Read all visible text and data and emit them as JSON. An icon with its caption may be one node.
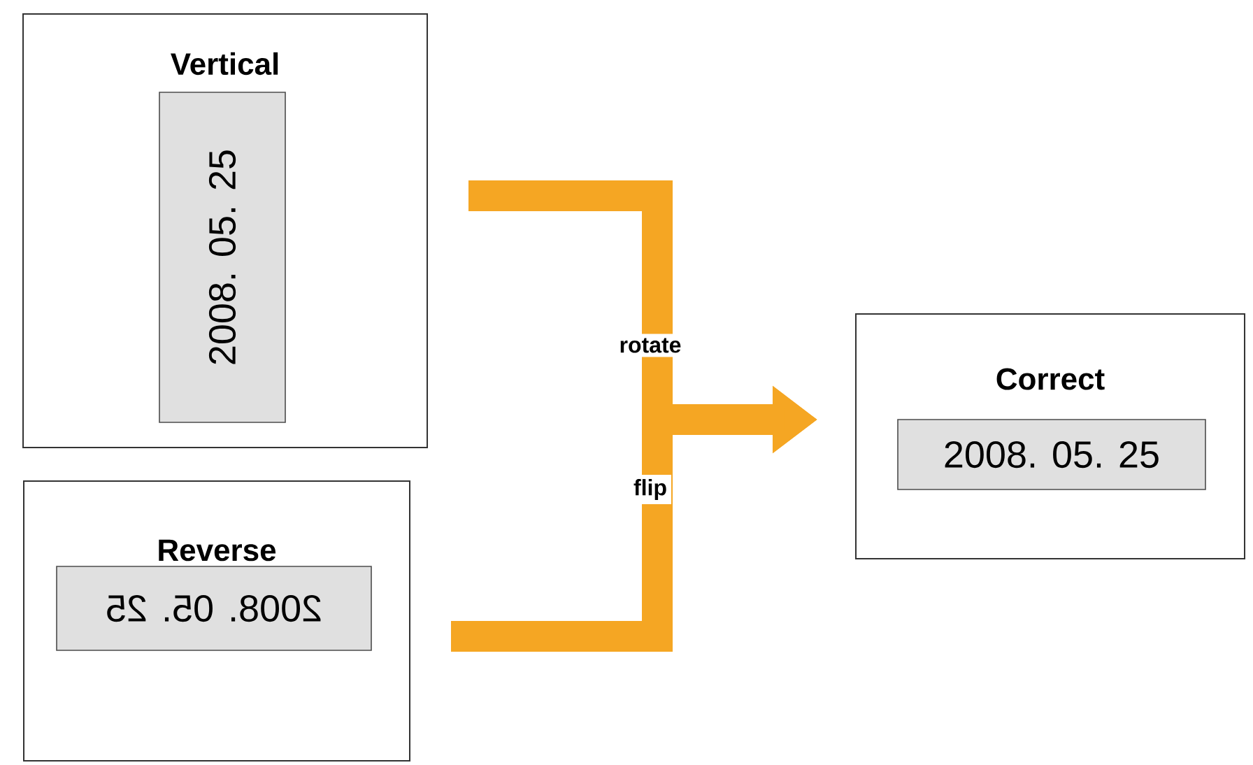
{
  "diagram": {
    "nodes": [
      {
        "text": [
          "Vertical"
        ]
      },
      {
        "text": [
          "2008. 05. 25"
        ],
        "in": 0
      },
      {
        "text": [
          "Reverse"
        ]
      },
      {
        "text": [
          "2008. 05. 25"
        ],
        "in": 2
      },
      {
        "text": [
          "Correct"
        ]
      },
      {
        "text": [
          "2008. 05. 25"
        ],
        "in": 4
      }
    ],
    "edges": [
      {
        "from": 0,
        "to": 4,
        "arrow": "to",
        "label": "rotate",
        "color": "#f5a623"
      },
      {
        "from": 2,
        "to": 4,
        "arrow": "to",
        "label": "flip",
        "color": "#f5a623"
      }
    ]
  }
}
